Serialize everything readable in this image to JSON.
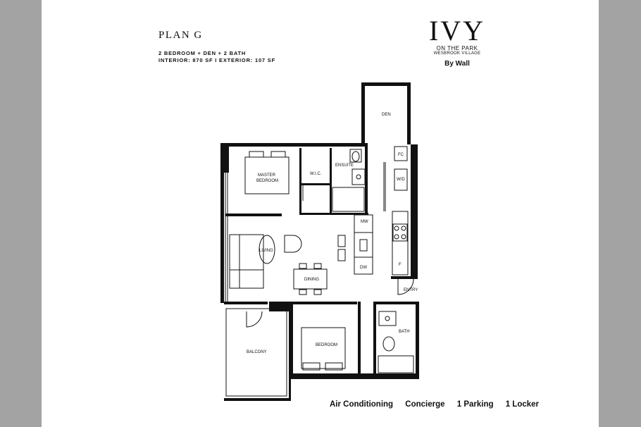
{
  "plan": {
    "title": "PLAN G",
    "type": "2 BEDROOM + DEN + 2 BATH",
    "areas": "INTERIOR: 870 SF  I  EXTERIOR: 107 SF"
  },
  "brand": {
    "name": "IVY",
    "subtitle": "ON THE PARK",
    "location": "WESBROOK VILLAGE",
    "builder": "By Wall"
  },
  "rooms": {
    "den": "DEN",
    "fc": "FC",
    "wd": "W/D",
    "master": "MASTER",
    "master2": "BEDROOM",
    "wic": "W.I.C.",
    "ensuite": "ENSUITE",
    "mw": "MW",
    "living": "LIVING",
    "dining": "DINING",
    "dw": "DW",
    "f": "F",
    "entry": "ENTRY",
    "bath": "BATH",
    "bedroom": "BEDROOM",
    "balcony": "BALCONY"
  },
  "amenities": [
    "Air Conditioning",
    "Concierge",
    "1 Parking",
    "1 Locker"
  ]
}
